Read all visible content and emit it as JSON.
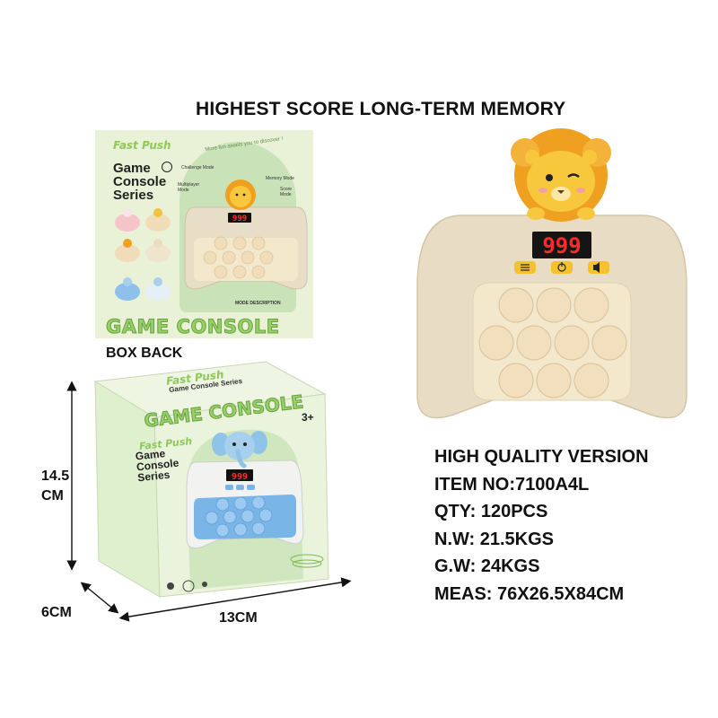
{
  "headline": "HIGHEST SCORE LONG-TERM MEMORY",
  "specs": [
    "HIGH QUALITY VERSION",
    "ITEM NO:7100A4L",
    "QTY: 120PCS",
    "N.W: 21.5KGS",
    "G.W: 24KGS",
    "MEAS: 76X26.5X84CM"
  ],
  "box_back_label": "BOX BACK",
  "dimensions": {
    "height_value": "14.5",
    "height_unit": "CM",
    "depth": "6CM",
    "width": "13CM"
  },
  "score_display": "999",
  "box_back_text": {
    "brand": "Fast Push",
    "series_line1": "Game",
    "series_line2": "Console",
    "series_line3": "Series",
    "tagline": "More fun awaits you to discover !",
    "mode_challenge": "Challenge Mode",
    "mode_memory": "Memory Mode",
    "mode_multiplayer": "Multiplayer Mode",
    "mode_score": "Score Mode",
    "mode_description": "MODE DESCRIPTION",
    "big_title": "GAME CONSOLE"
  },
  "box_front_text": {
    "top_brand": "Fast Push",
    "top_series": "Game Console Series",
    "big_title": "GAME CONSOLE",
    "age": "3+",
    "brand": "Fast Push",
    "series_line1": "Game",
    "series_line2": "Console",
    "series_line3": "Series"
  },
  "colors": {
    "console_body": "#e8dcc4",
    "console_pad": "#f4e8cc",
    "bubble": "#f2dfbd",
    "lion_mane": "#f0a020",
    "lion_face": "#f7c83c",
    "display_red": "#ff2a2a",
    "box_green": "#e8f2d8",
    "box_arch": "#cfe6bf",
    "title_green": "#8fc85a",
    "elephant": "#8fc3e8",
    "blue_pad": "#7ab5e8"
  }
}
